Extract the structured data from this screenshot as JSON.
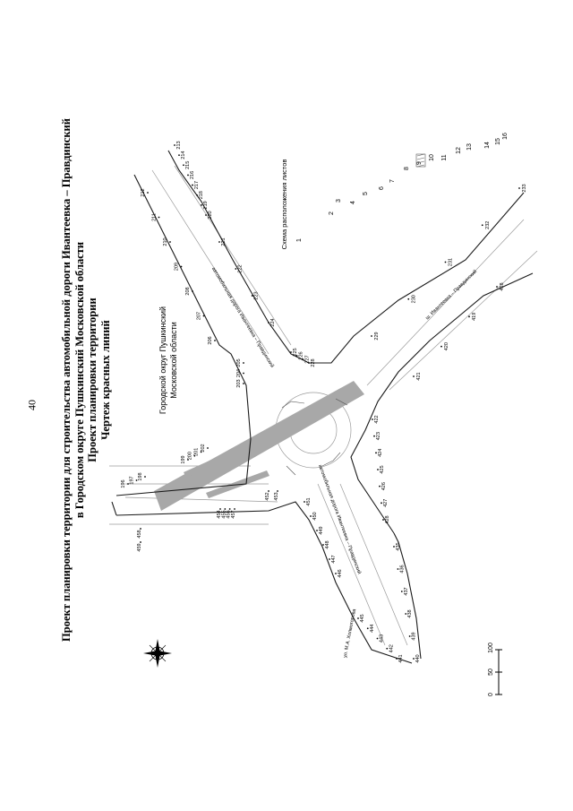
{
  "page_number": "40",
  "title_lines": [
    "Проект планировки территории для строительства автомобильной дороги Ивантеевка – Правдинский",
    "в Городском округе Пушкинский Московской области",
    "Проект планировки территории",
    "Чертеж красных линий"
  ],
  "district_label_lines": [
    "Городской округ Пушкинский",
    "Московской области"
  ],
  "sheet_scheme_label": "Схема расположения листов",
  "sheet_numbers": [
    "1",
    "2",
    "3",
    "4",
    "5",
    "6",
    "7",
    "8",
    "9",
    "10",
    "11",
    "12",
    "13",
    "14",
    "15",
    "16"
  ],
  "road_labels": {
    "north": "автомобильная дорога Ивантеевка – Правдинский",
    "east": "ш. Ивантеевка – Правдинский",
    "south": "ул. М.А. Холмогорова"
  },
  "scale_bar": {
    "ticks": [
      "0",
      "50",
      "100"
    ]
  },
  "point_labels": {
    "north_left": [
      "196",
      "197",
      "198",
      "199",
      "200",
      "201",
      "202",
      "203",
      "204",
      "205",
      "206",
      "207",
      "208",
      "209",
      "210",
      "211",
      "212"
    ],
    "north_right": [
      "213",
      "214",
      "215",
      "216",
      "217",
      "218",
      "219",
      "220",
      "221",
      "222",
      "223",
      "224",
      "225",
      "226",
      "227",
      "228"
    ],
    "east": [
      "229",
      "230",
      "231",
      "232",
      "233",
      "418",
      "419",
      "420",
      "421"
    ],
    "south": [
      "422",
      "423",
      "424",
      "425",
      "426",
      "427",
      "428",
      "435",
      "436",
      "437",
      "438",
      "439",
      "440",
      "441",
      "442",
      "443",
      "444",
      "445",
      "446",
      "447",
      "448",
      "449",
      "450",
      "451"
    ],
    "west": [
      "452",
      "453",
      "454",
      "455",
      "456",
      "457",
      "458",
      "459"
    ]
  },
  "colors": {
    "line": "#1a1a1a",
    "ink": "#000000",
    "hatch": "#9a9a9a",
    "carriageway": "#a8a8a8"
  }
}
